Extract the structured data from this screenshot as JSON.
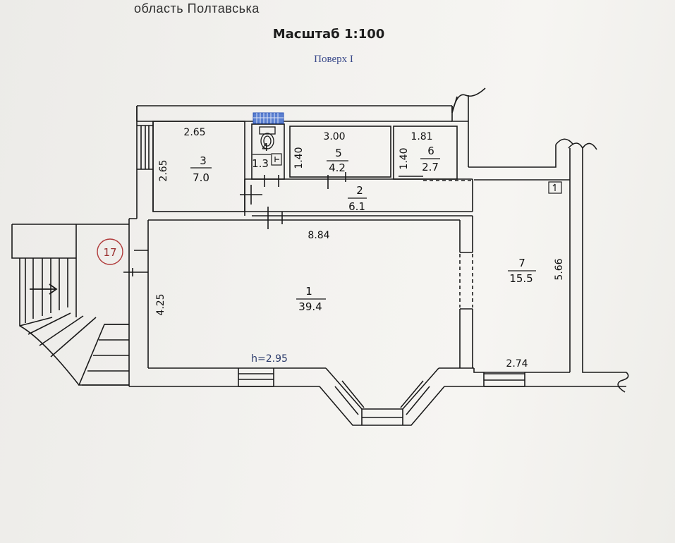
{
  "header": {
    "address_partial": "область  Полтавська",
    "scale_label": "Масштаб 1:100",
    "floor_label": "Поверх І"
  },
  "building_number": "17",
  "ceiling_height": "h=2.95",
  "rooms": [
    {
      "number": "1",
      "area": "39.4"
    },
    {
      "number": "2",
      "area": "6.1"
    },
    {
      "number": "3",
      "area": "7.0"
    },
    {
      "number": "4",
      "area": "1.3"
    },
    {
      "number": "5",
      "area": "4.2"
    },
    {
      "number": "6",
      "area": "2.7"
    },
    {
      "number": "7",
      "area": "15.5"
    }
  ],
  "dimensions": {
    "room1_width": "8.84",
    "room1_depth": "4.25",
    "room3_width": "2.65",
    "room3_depth": "2.65",
    "room5_width": "3.00",
    "room5_depth": "1.40",
    "room6_width": "1.81",
    "room6_depth": "1.40",
    "room7_width": "2.74",
    "room7_depth": "5.66"
  },
  "colors": {
    "line": "#1a1a1a",
    "wall_fill": "#f4f3f0",
    "radiator": "#2f56b8",
    "circle_marker": "#b03a3a",
    "floor_label": "#3a4a8a"
  },
  "icons": [
    "toilet-icon",
    "radiator-icon",
    "meter-icon",
    "entrance-arrow-icon"
  ]
}
